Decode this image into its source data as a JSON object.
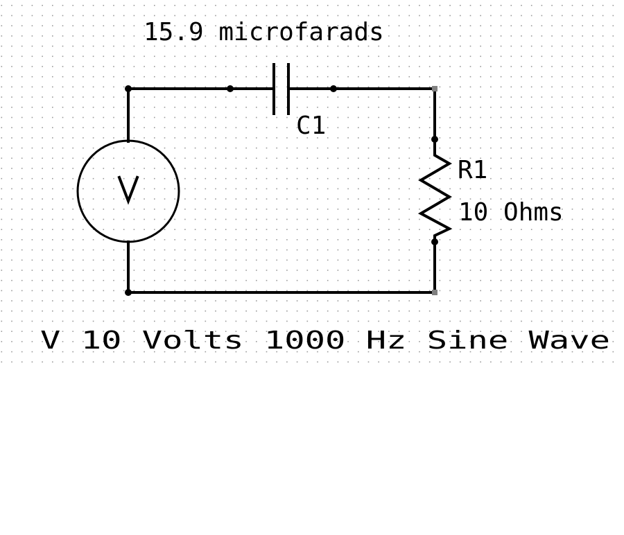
{
  "schematic": {
    "capacitor": {
      "value_label": "15.9 microfarads",
      "ref_label": "C1"
    },
    "resistor": {
      "ref_label": "R1",
      "value_label": "10 Ohms"
    },
    "source": {
      "symbol_label": "V",
      "description_label": "V 10 Volts 1000 Hz Sine Wave"
    }
  },
  "colors": {
    "background": "#ffffff",
    "ink": "#000000",
    "grid_dot": "#9a9a9a",
    "pin_end": "#808080"
  }
}
